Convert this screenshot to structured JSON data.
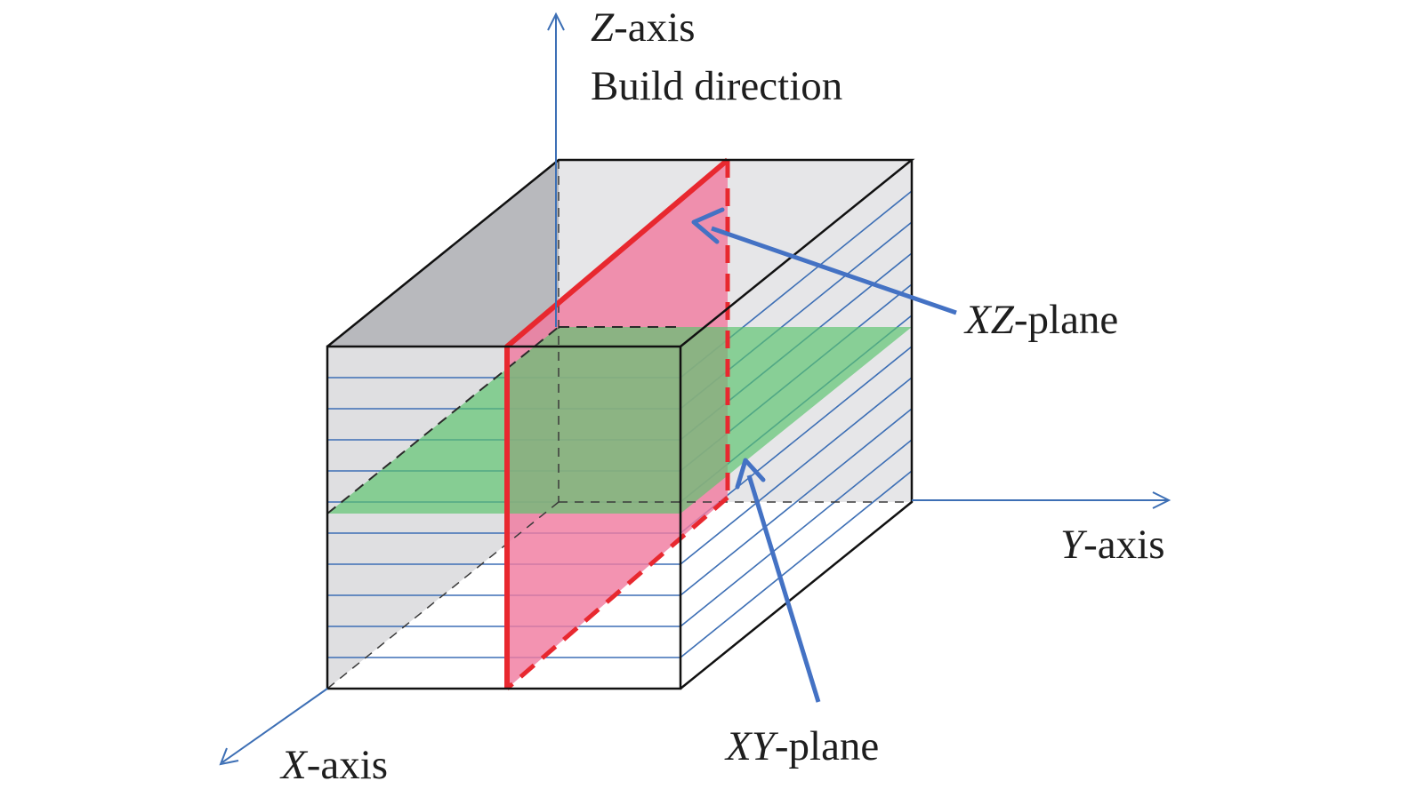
{
  "labels": {
    "z_axis_letter": "Z",
    "z_axis_suffix": "-axis",
    "build_direction": "Build direction",
    "y_axis_letter": "Y",
    "y_axis_suffix": "-axis",
    "x_axis_letter": "X",
    "x_axis_suffix": "-axis",
    "xz_plane_letters": "XZ",
    "xz_plane_suffix": "-plane",
    "xy_plane_letters": "XY",
    "xy_plane_suffix": "-plane"
  },
  "colors": {
    "axis": "#3d6fb5",
    "layer_lines": "#3d6fb5",
    "xz_plane_fill": "#f07ba0",
    "xz_plane_edge": "#e8282f",
    "xy_plane_fill": "#5cc46e",
    "cube_edges": "#111111",
    "side_face": "#b8b9bd",
    "back_face": "#e6e6e8",
    "pointer_arrow": "#4472c4"
  }
}
